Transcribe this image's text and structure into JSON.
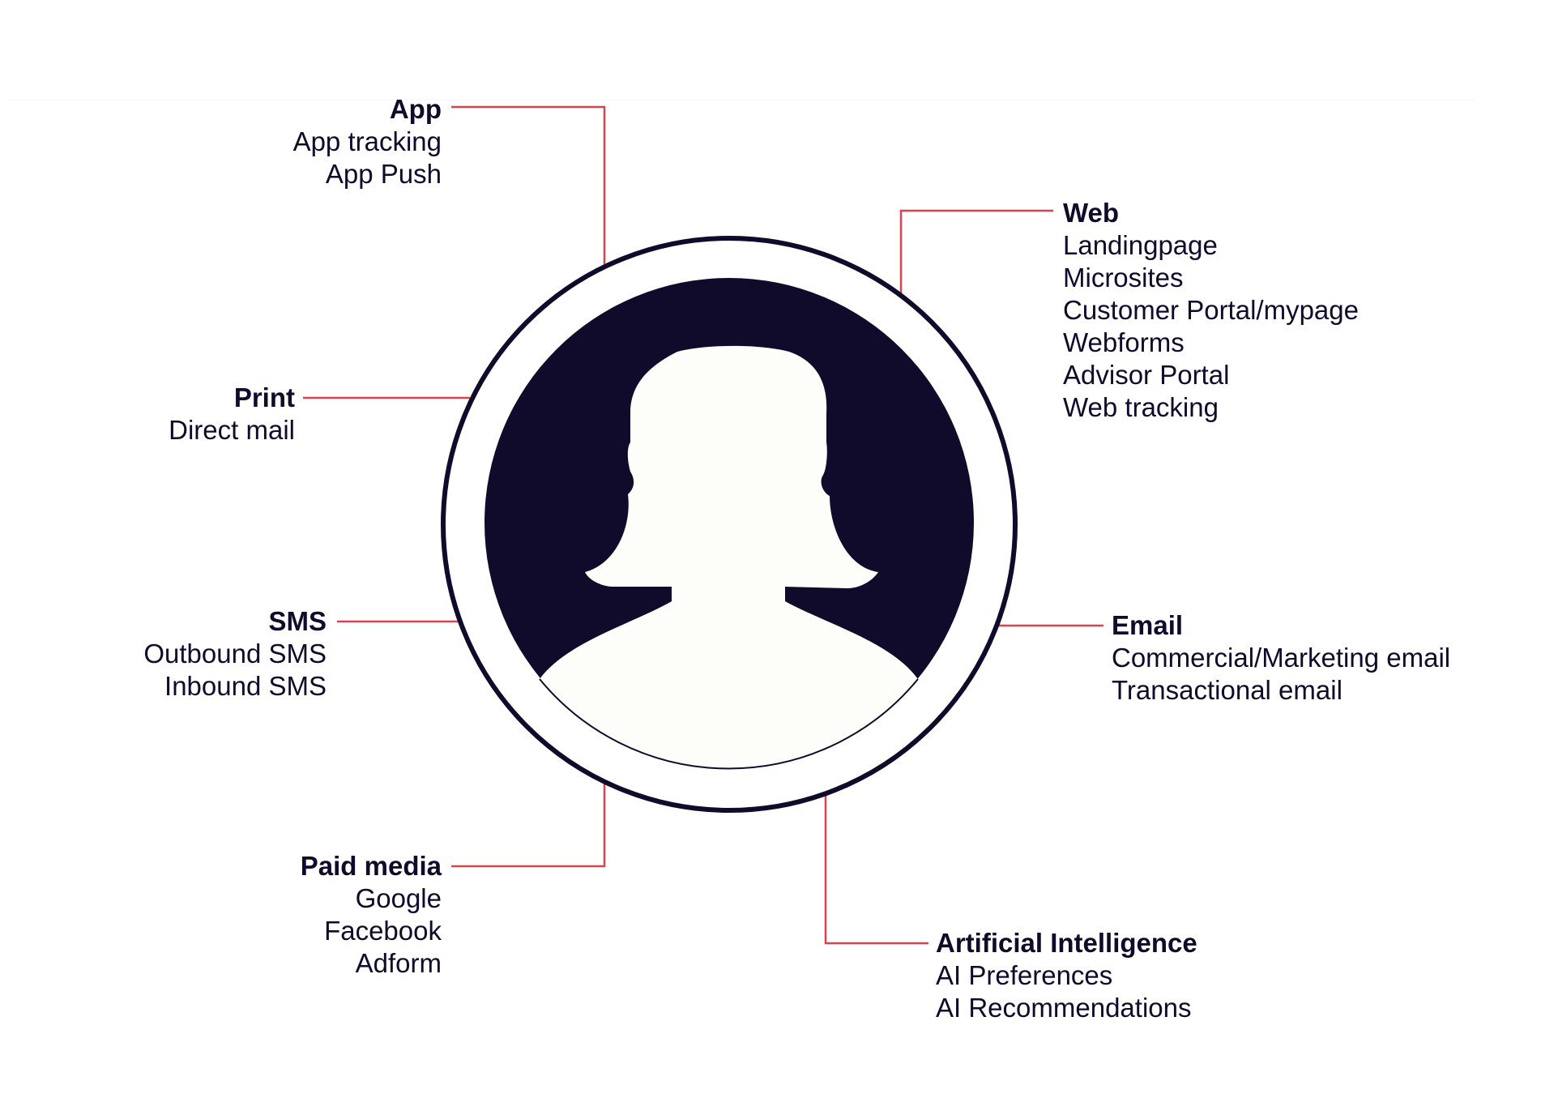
{
  "colors": {
    "connector": "#d9434f",
    "dark": "#100b2b",
    "background": "#ffffff"
  },
  "center_icon": "person-silhouette-icon",
  "channels": {
    "app": {
      "heading": "App",
      "items": [
        "App tracking",
        "App Push"
      ]
    },
    "web": {
      "heading": "Web",
      "items": [
        "Landingpage",
        "Microsites",
        "Customer Portal/mypage",
        "Webforms",
        "Advisor Portal",
        "Web tracking"
      ]
    },
    "print": {
      "heading": "Print",
      "items": [
        "Direct mail"
      ]
    },
    "sms": {
      "heading": "SMS",
      "items": [
        "Outbound SMS",
        "Inbound SMS"
      ]
    },
    "email": {
      "heading": "Email",
      "items": [
        "Commercial/Marketing email",
        "Transactional email"
      ]
    },
    "paid_media": {
      "heading": "Paid media",
      "items": [
        "Google",
        "Facebook",
        "Adform"
      ]
    },
    "ai": {
      "heading": "Artificial Intelligence",
      "items": [
        "AI Preferences",
        "AI Recommendations"
      ]
    }
  }
}
